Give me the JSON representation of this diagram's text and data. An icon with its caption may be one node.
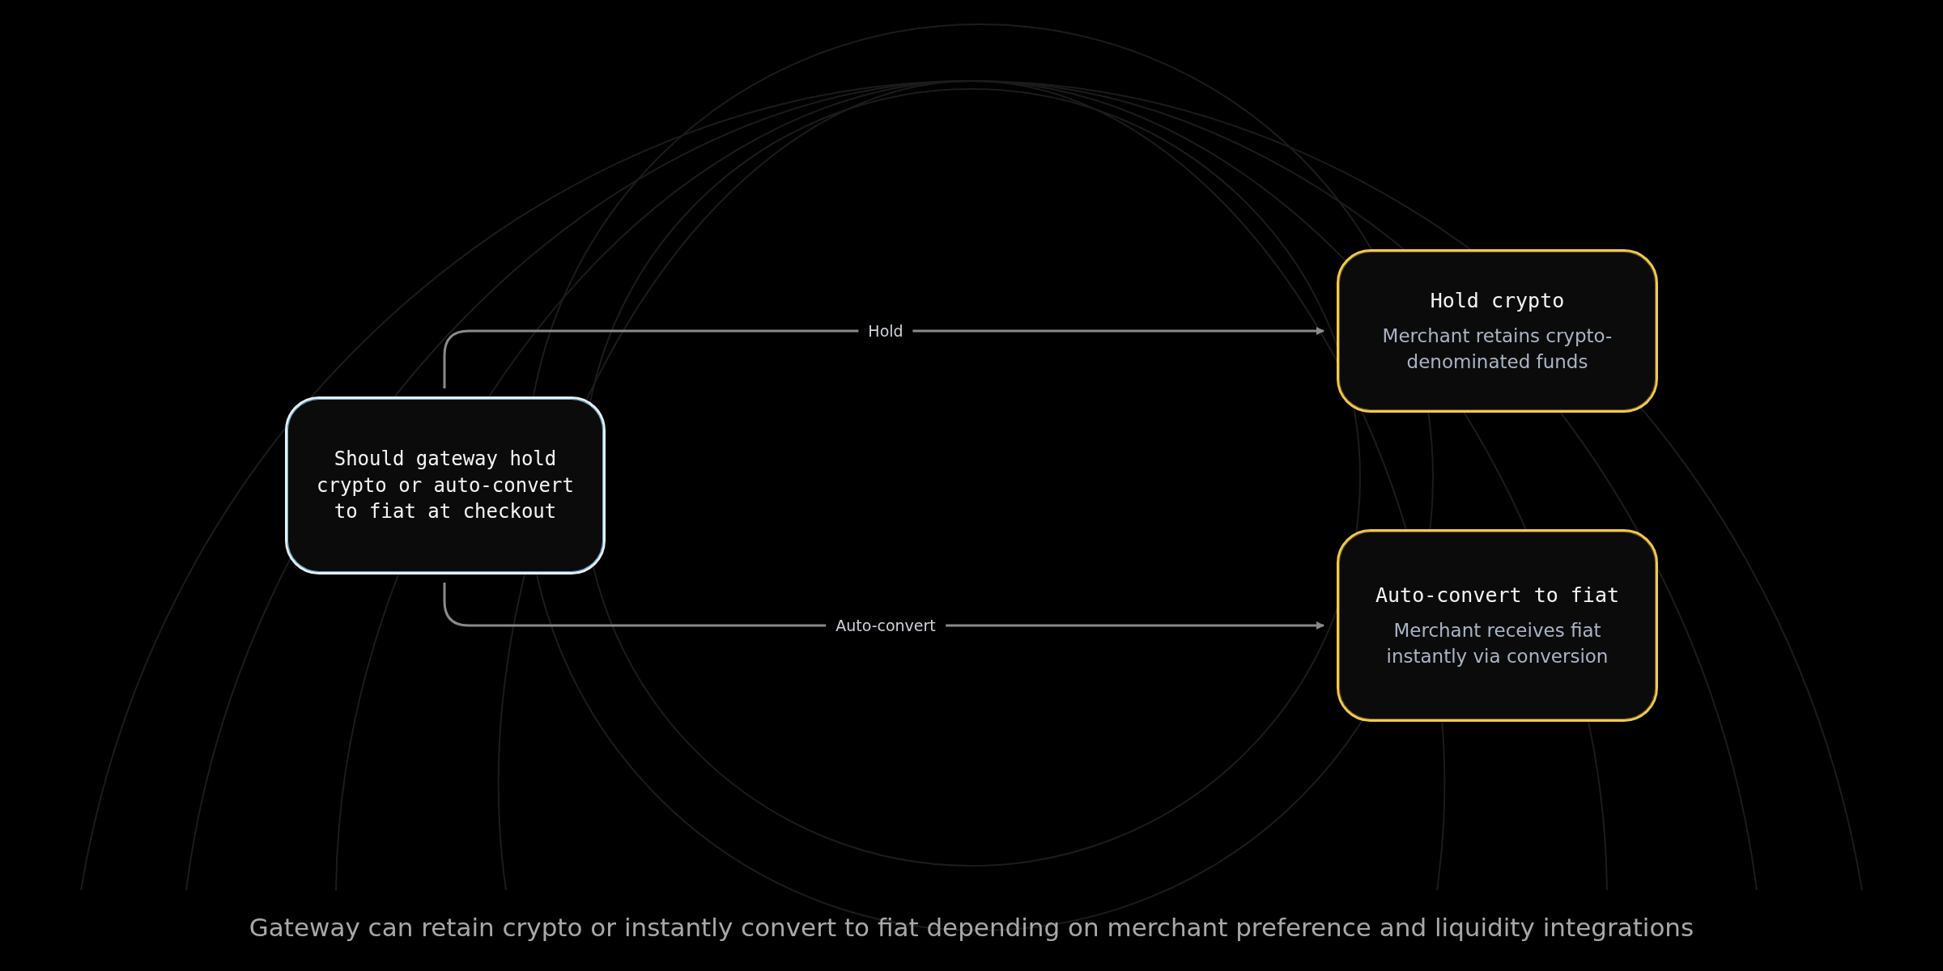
{
  "diagram": {
    "caption": "Gateway can retain crypto or instantly convert to fiat depending on merchant preference and liquidity integrations",
    "nodes": [
      {
        "text": [
          "Should gateway hold crypto or auto-convert to fiat at checkout"
        ]
      },
      {
        "text": [
          "Hold crypto",
          "Merchant retains crypto-denominated funds"
        ]
      },
      {
        "text": [
          "Auto-convert to fiat",
          "Merchant receives fiat instantly via conversion"
        ]
      }
    ],
    "edges": [
      {
        "from": 0,
        "to": 1,
        "arrow": "to",
        "label": "Hold"
      },
      {
        "from": 0,
        "to": 2,
        "arrow": "to",
        "label": "Auto-convert"
      }
    ]
  }
}
